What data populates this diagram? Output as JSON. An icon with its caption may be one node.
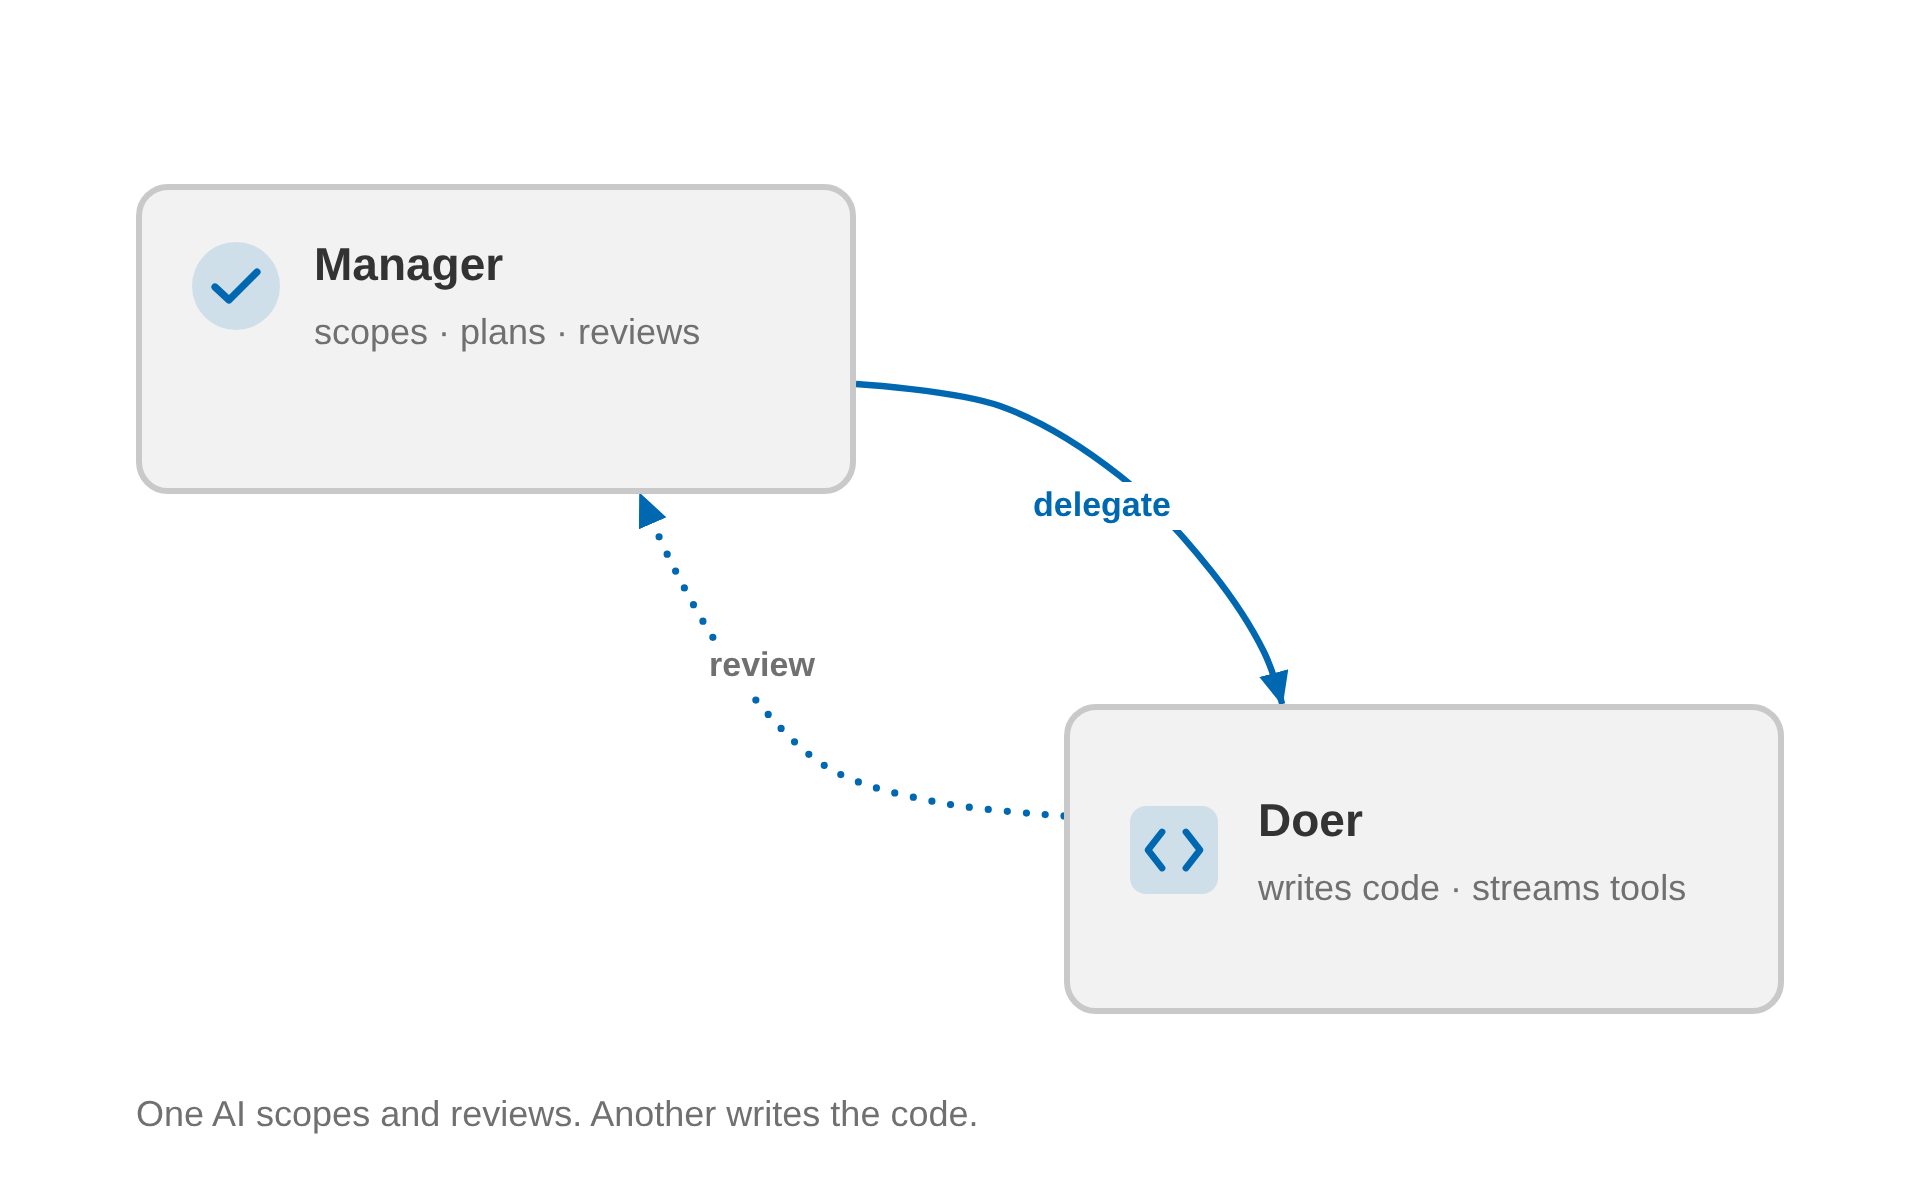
{
  "diagram": {
    "caption": "One AI scopes and reviews. Another writes the code.",
    "nodes": [
      {
        "text": [
          "Manager",
          "scopes · plans · reviews"
        ]
      },
      {
        "text": [
          "Doer",
          "writes code · streams tools"
        ]
      }
    ],
    "edges": [
      {
        "from": 0,
        "to": 1,
        "arrow": "to",
        "label": "delegate"
      },
      {
        "from": 1,
        "to": 0,
        "arrow": "to",
        "label": "review",
        "style": "dashed"
      }
    ]
  }
}
